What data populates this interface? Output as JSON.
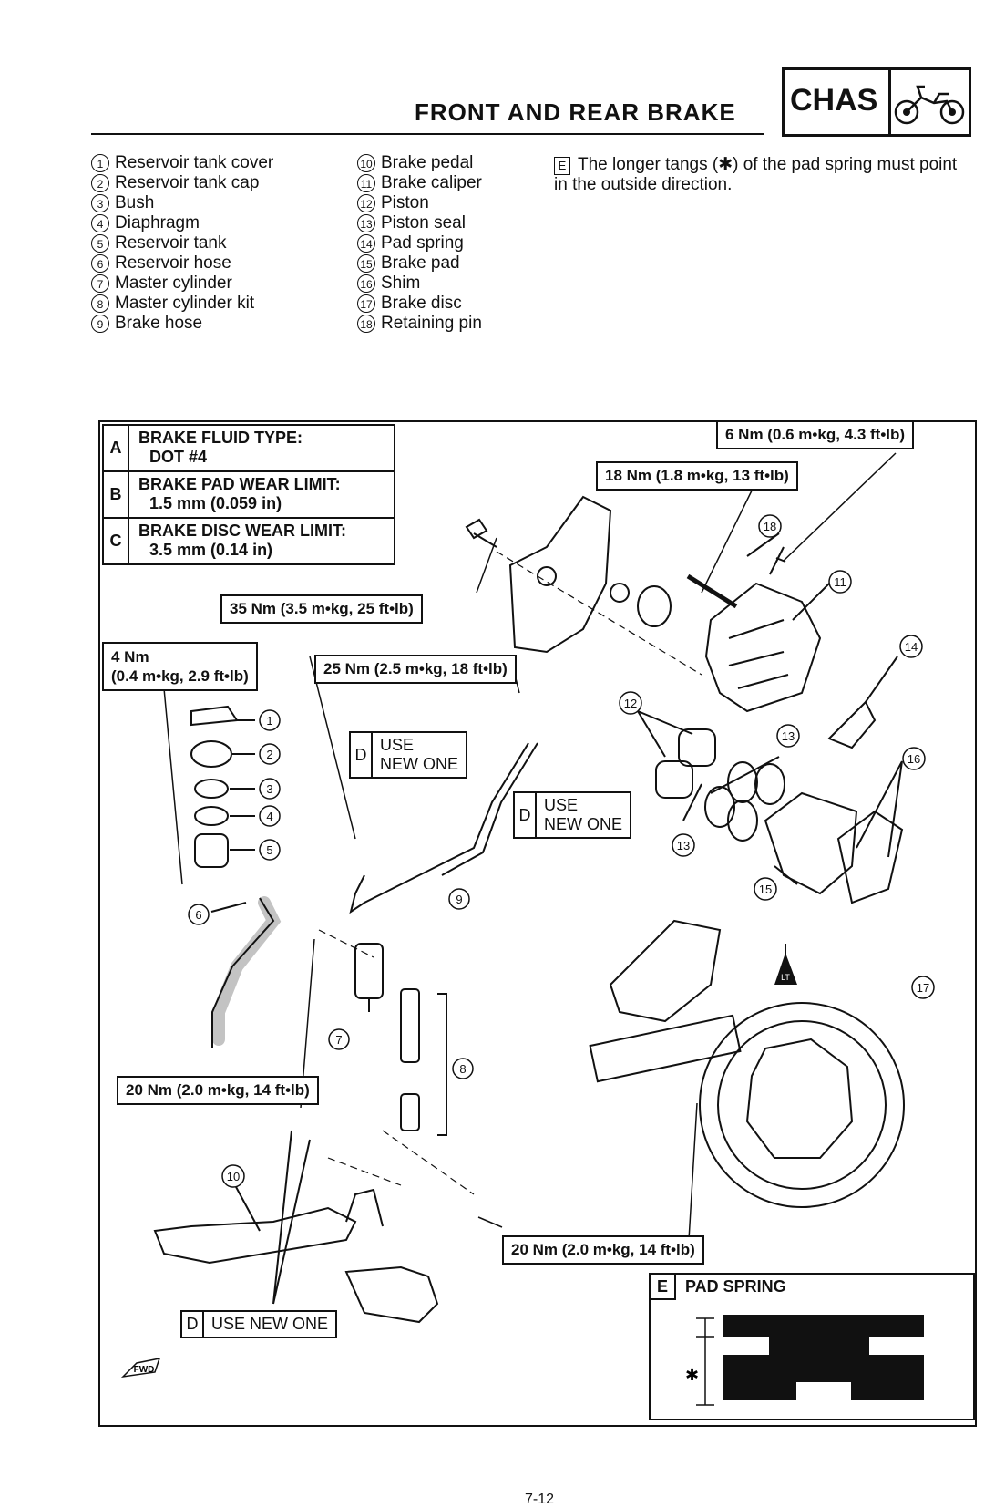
{
  "header": {
    "title": "FRONT AND REAR BRAKE",
    "badge": "CHAS",
    "badge_icon": "motorcycle-icon"
  },
  "legend_left": [
    {
      "num": "1",
      "label": "Reservoir tank cover"
    },
    {
      "num": "2",
      "label": "Reservoir tank cap"
    },
    {
      "num": "3",
      "label": "Bush"
    },
    {
      "num": "4",
      "label": "Diaphragm"
    },
    {
      "num": "5",
      "label": "Reservoir tank"
    },
    {
      "num": "6",
      "label": "Reservoir hose"
    },
    {
      "num": "7",
      "label": "Master cylinder"
    },
    {
      "num": "8",
      "label": "Master cylinder kit"
    },
    {
      "num": "9",
      "label": "Brake hose"
    }
  ],
  "legend_mid": [
    {
      "num": "10",
      "label": "Brake pedal"
    },
    {
      "num": "11",
      "label": "Brake caliper"
    },
    {
      "num": "12",
      "label": "Piston"
    },
    {
      "num": "13",
      "label": "Piston seal"
    },
    {
      "num": "14",
      "label": "Pad spring"
    },
    {
      "num": "15",
      "label": "Brake pad"
    },
    {
      "num": "16",
      "label": "Shim"
    },
    {
      "num": "17",
      "label": "Brake disc"
    },
    {
      "num": "18",
      "label": "Retaining pin"
    }
  ],
  "note": {
    "letter": "E",
    "text": "The longer tangs (✱) of the pad spring must point in the outside direction."
  },
  "specs": [
    {
      "letter": "A",
      "title": "BRAKE FLUID TYPE:",
      "value": "DOT #4"
    },
    {
      "letter": "B",
      "title": "BRAKE PAD WEAR LIMIT:",
      "value": "1.5 mm (0.059 in)"
    },
    {
      "letter": "C",
      "title": "BRAKE DISC WEAR LIMIT:",
      "value": "3.5 mm (0.14 in)"
    }
  ],
  "torques": {
    "t6": "6 Nm (0.6 m•kg, 4.3 ft•lb)",
    "t18": "18 Nm (1.8 m•kg, 13 ft•lb)",
    "t35": "35 Nm (3.5 m•kg, 25 ft•lb)",
    "t4_line1": "4 Nm",
    "t4_line2": "(0.4 m•kg, 2.9 ft•lb)",
    "t25": "25 Nm (2.5 m•kg, 18 ft•lb)",
    "t20a": "20 Nm (2.0 m•kg, 14 ft•lb)",
    "t20b": "20 Nm (2.0 m•kg, 14 ft•lb)"
  },
  "new_parts": {
    "letter": "D",
    "line1": "USE",
    "line2": "NEW ONE",
    "single": "USE NEW ONE"
  },
  "pad_spring": {
    "letter": "E",
    "title": "PAD SPRING",
    "mark": "✱"
  },
  "fwd": "FWD",
  "lt": "LT",
  "page_number": "7-12"
}
